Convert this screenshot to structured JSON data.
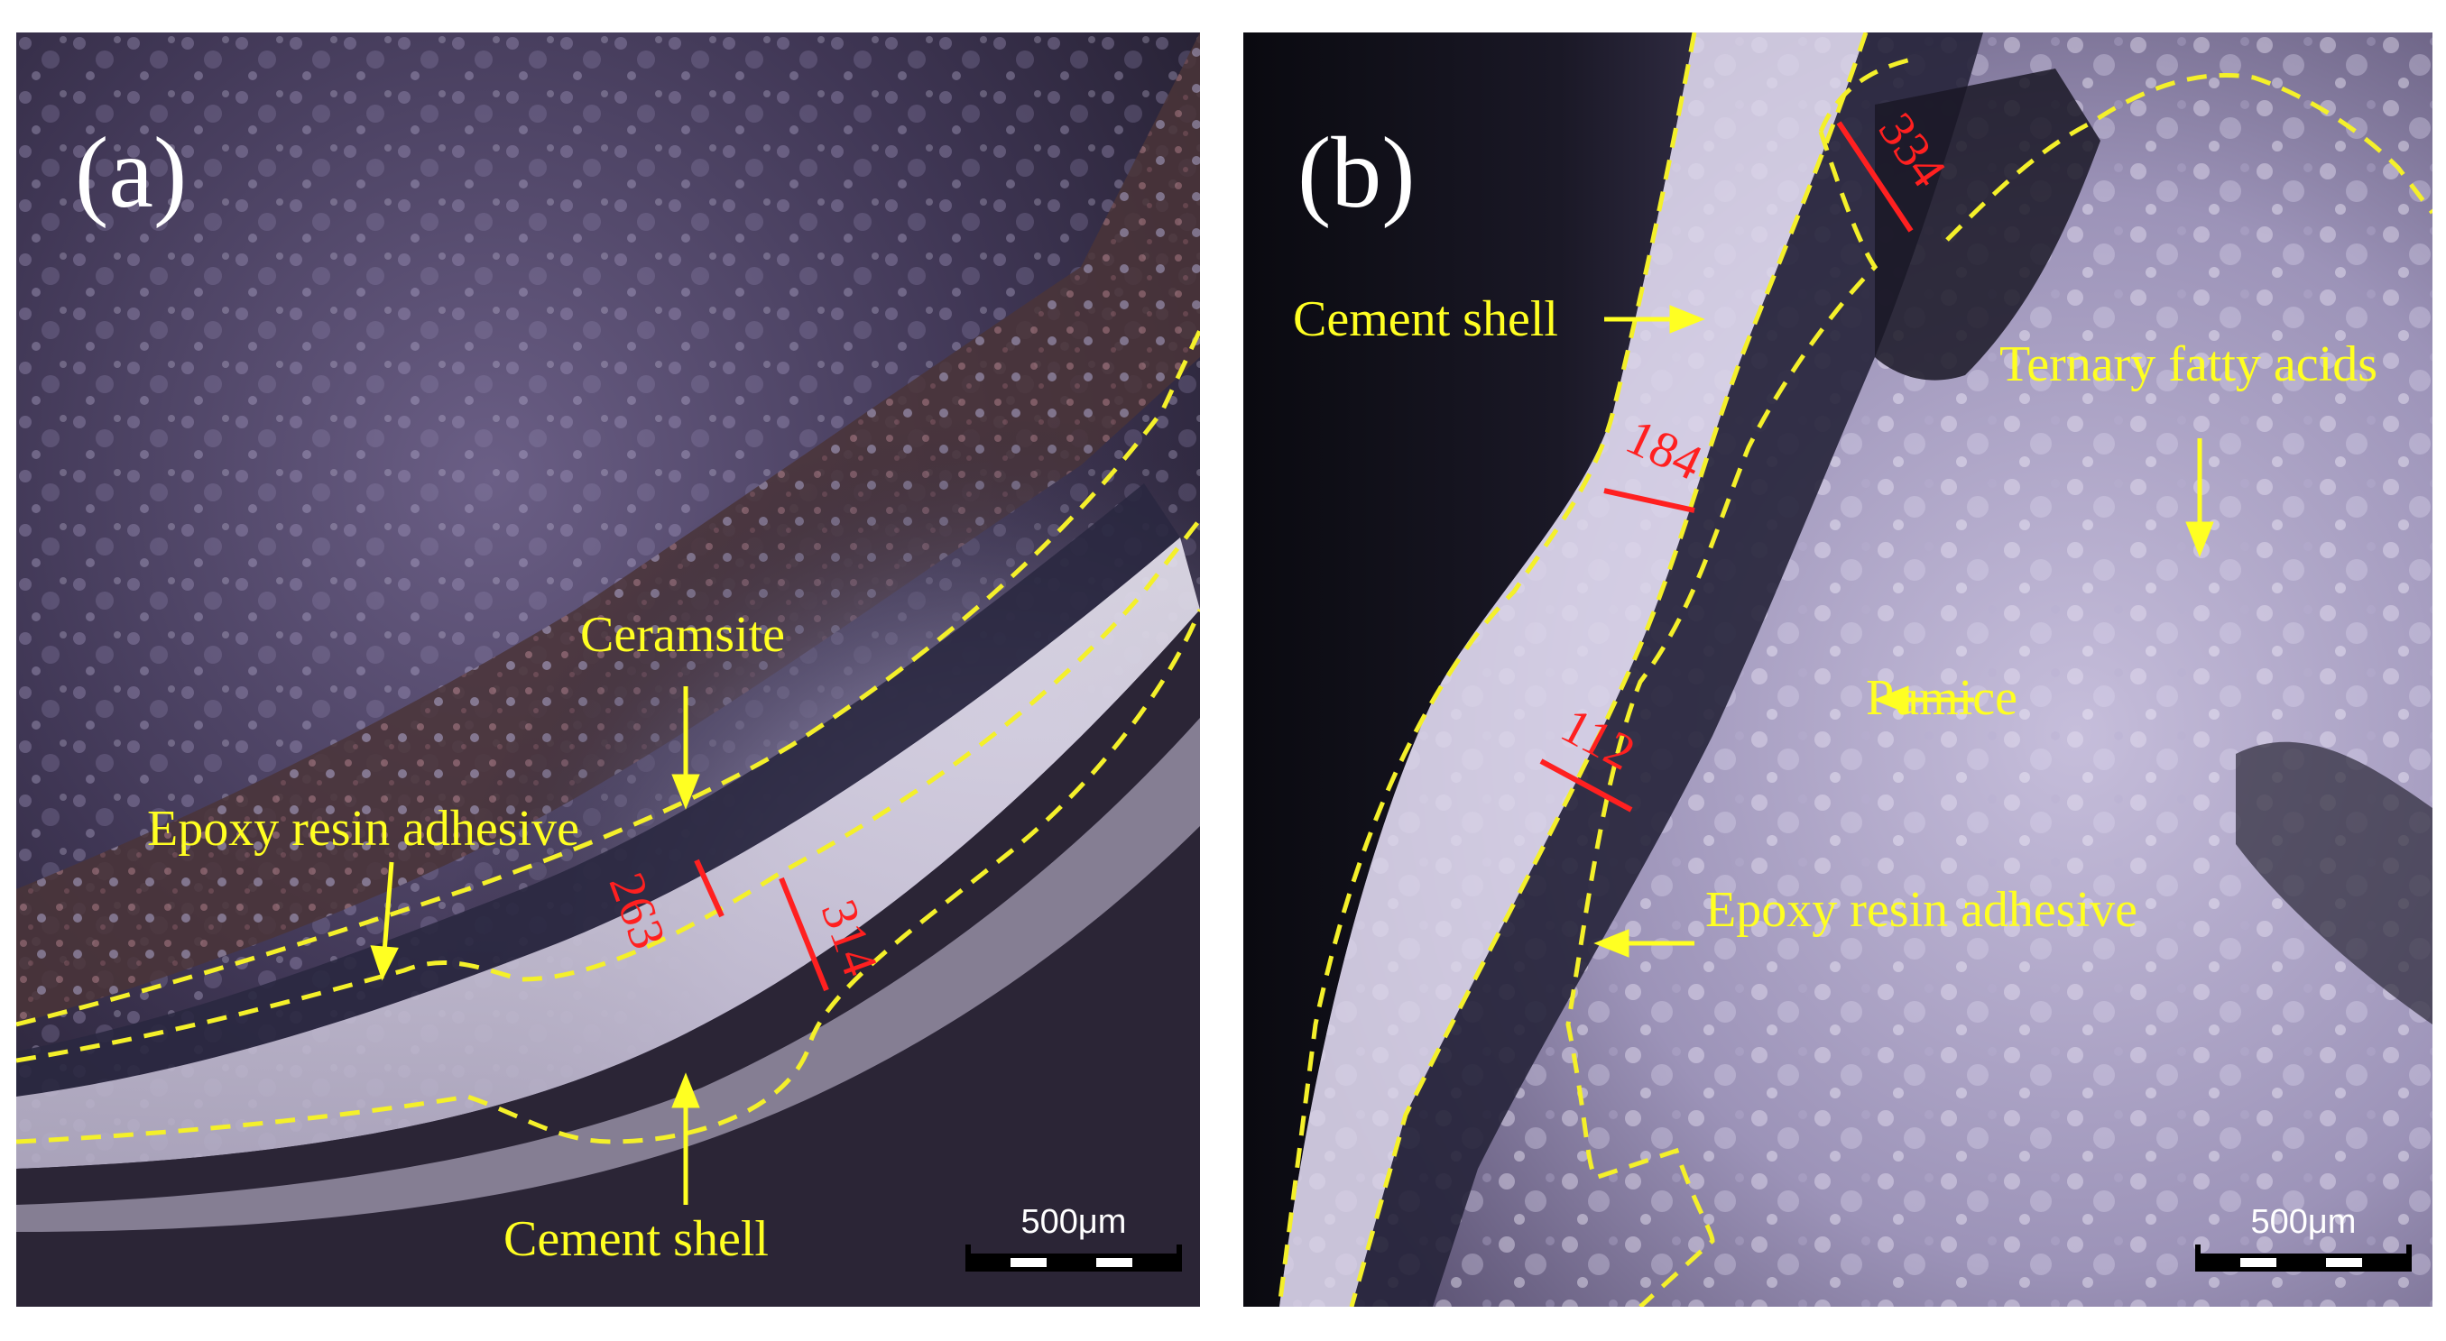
{
  "panels": {
    "a": {
      "label": "(a)",
      "annotations": {
        "ceramsite": "Ceramsite",
        "epoxy": "Epoxy resin adhesive",
        "cement_shell": "Cement shell"
      },
      "measurements": [
        "263",
        "314"
      ],
      "scale_label": "500μm"
    },
    "b": {
      "label": "(b)",
      "annotations": {
        "cement_shell": "Cement shell",
        "ternary": "Ternary fatty acids",
        "pumice": "Pumice",
        "epoxy": "Epoxy resin adhesive"
      },
      "measurements": [
        "334",
        "184",
        "112"
      ],
      "scale_label": "500μm"
    }
  },
  "colors": {
    "annotation": "#ffff22",
    "boundary": "#f4f02a",
    "measurement": "#ff2020",
    "scale_text": "#ffffff"
  }
}
